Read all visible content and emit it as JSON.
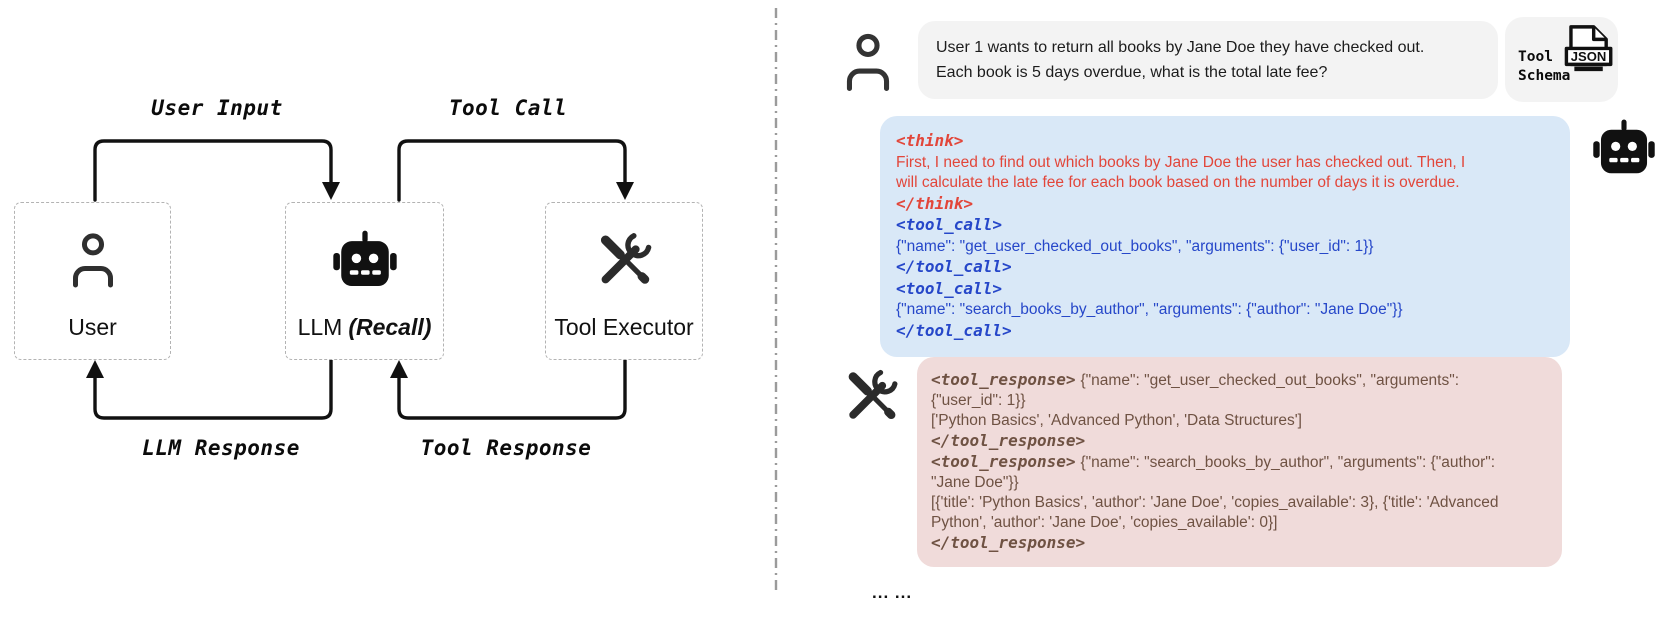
{
  "colors": {
    "user_bubble_bg": "#f3f3f3",
    "schema_card_bg": "#f3f3f3",
    "assistant_bubble_bg": "#d9e8f7",
    "tool_bubble_bg": "#f0dbda",
    "think_color": "#e2463a",
    "tool_call_color": "#2647c9",
    "tool_response_color": "#6f5243",
    "user_text_color": "#1c1c1c",
    "diagram_ink": "#111111"
  },
  "diagram": {
    "edge_labels": {
      "user_input": "User Input",
      "tool_call": "Tool Call",
      "llm_response": "LLM Response",
      "tool_response": "Tool Response"
    },
    "nodes": {
      "user": {
        "label": "User",
        "icon": "person-icon"
      },
      "llm": {
        "label": "LLM",
        "label_suffix": "(Recall)",
        "icon": "robot-icon"
      },
      "tool_executor": {
        "label": "Tool Executor",
        "icon": "tools-icon"
      }
    }
  },
  "chat": {
    "user_message": {
      "line1": "User 1 wants to return all books by Jane Doe they have checked out.",
      "line2": "Each book is 5 days overdue, what is the total late fee?"
    },
    "tool_schema": {
      "label_line1": "Tool",
      "label_line2": "Schema",
      "file_type": "JSON"
    },
    "assistant_message": {
      "think_open": "<think>",
      "think_line1": "First, I need to find out which books by Jane Doe the user has checked out. Then, I",
      "think_line2": "will calculate the late fee for each book based on the number of days it is overdue.",
      "think_close": "</think>",
      "tool_call_1_open": "<tool_call>",
      "tool_call_1_json": "{\"name\": \"get_user_checked_out_books\", \"arguments\": {\"user_id\": 1}}",
      "tool_call_1_close": "</tool_call>",
      "tool_call_2_open": "<tool_call>",
      "tool_call_2_json": "{\"name\": \"search_books_by_author\", \"arguments\": {\"author\": \"Jane Doe\"}}",
      "tool_call_2_close": "</tool_call>"
    },
    "tool_message": {
      "resp_1_open": "<tool_response>",
      "resp_1_json_line1": "{\"name\": \"get_user_checked_out_books\", \"arguments\":",
      "resp_1_json_line2": "{\"user_id\": 1}}",
      "resp_1_result": "['Python Basics', 'Advanced Python', 'Data Structures']",
      "resp_1_close": "</tool_response>",
      "resp_2_open": "<tool_response>",
      "resp_2_json_line1": "{\"name\": \"search_books_by_author\", \"arguments\": {\"author\":",
      "resp_2_json_line2": "\"Jane Doe\"}}",
      "resp_2_result_line1": "[{'title': 'Python Basics', 'author': 'Jane Doe', 'copies_available': 3}, {'title': 'Advanced",
      "resp_2_result_line2": "Python', 'author': 'Jane Doe', 'copies_available': 0}]",
      "resp_2_close": "</tool_response>"
    },
    "continuation": "... ..."
  }
}
